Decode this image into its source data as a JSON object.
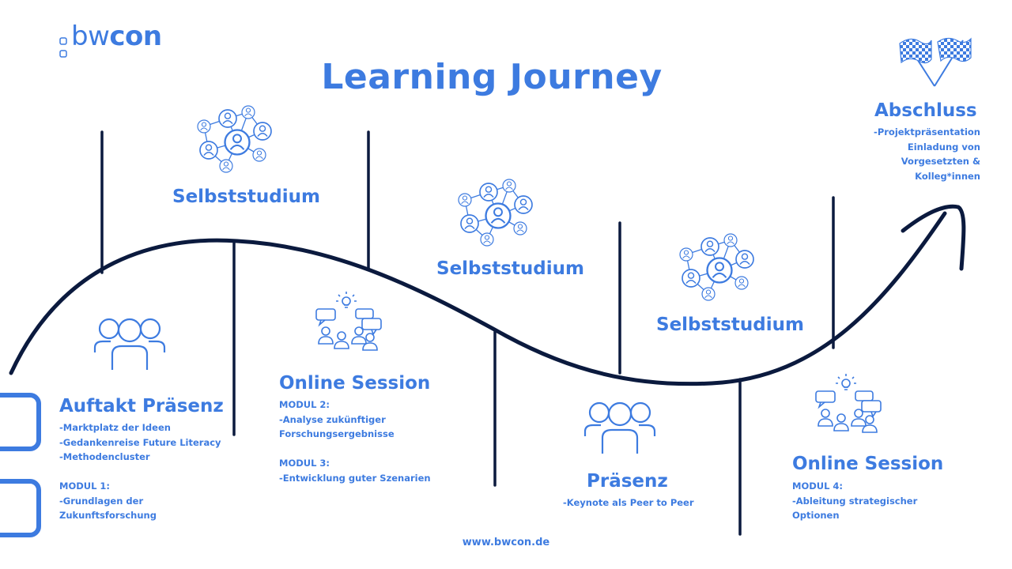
{
  "logo": {
    "part1": "bw",
    "part2": "con"
  },
  "title": "Learning Journey",
  "footer_url": "www.bwcon.de",
  "colors": {
    "accent": "#3d7be0",
    "line": "#0b1a3e"
  },
  "stages": {
    "auftakt": {
      "icon": "group-icon",
      "heading": "Auftakt Präsenz",
      "lines": [
        "-Marktplatz der Ideen",
        "-Gedankenreise Future Literacy",
        "-Methodencluster",
        "",
        "MODUL 1:",
        "-Grundlagen der",
        "Zukunftsforschung"
      ]
    },
    "selbst1": {
      "icon": "network-icon",
      "heading": "Selbststudium"
    },
    "online1": {
      "icon": "online-discussion-icon",
      "heading": "Online Session",
      "lines": [
        "MODUL 2:",
        "-Analyse zukünftiger",
        "Forschungsergebnisse",
        "",
        "MODUL 3:",
        "-Entwicklung guter Szenarien"
      ]
    },
    "selbst2": {
      "icon": "network-icon",
      "heading": "Selbststudium"
    },
    "praesenz": {
      "icon": "group-icon",
      "heading": "Präsenz",
      "lines": [
        "-Keynote als Peer to Peer"
      ]
    },
    "selbst3": {
      "icon": "network-icon",
      "heading": "Selbststudium"
    },
    "online2": {
      "icon": "online-discussion-icon",
      "heading": "Online Session",
      "lines": [
        "MODUL 4:",
        "-Ableitung strategischer",
        "Optionen"
      ]
    },
    "abschluss": {
      "icon": "checkered-flags-icon",
      "heading": "Abschluss",
      "lines": [
        "-Projektpräsentation",
        "Einladung von",
        "Vorgesetzten &",
        "Kolleg*innen"
      ]
    }
  }
}
